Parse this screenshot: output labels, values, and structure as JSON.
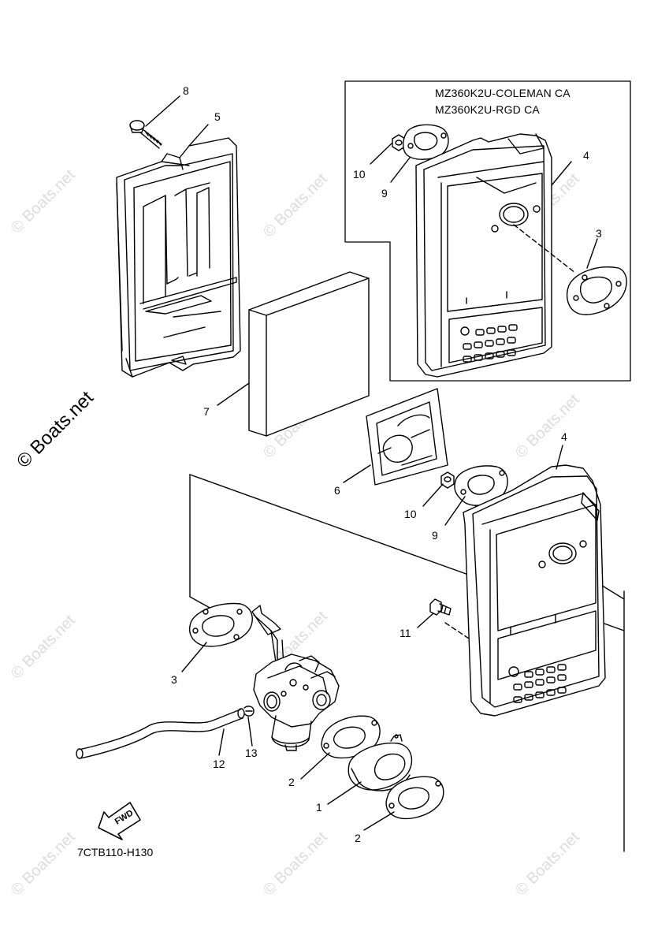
{
  "diagram": {
    "inset_models": [
      "MZ360K2U-COLEMAN CA",
      "MZ360K2U-RGD CA"
    ],
    "code": "7CTB110-H130",
    "fwd_label": "FWD",
    "watermark": "© Boats.net",
    "callouts": {
      "air_cleaner_case": "5",
      "bolt_top": "8",
      "element": "7",
      "gasket_6": "6",
      "inset_nut": "10",
      "inset_gasket": "9",
      "inset_muffler": "4",
      "inset_gasket_3": "3",
      "muffler": "4",
      "nut": "10",
      "gasket_9": "9",
      "bolt_11": "11",
      "gasket_3": "3",
      "hose": "12",
      "clamp": "13",
      "gasket_2a": "2",
      "joint": "1",
      "gasket_2b": "2"
    }
  }
}
